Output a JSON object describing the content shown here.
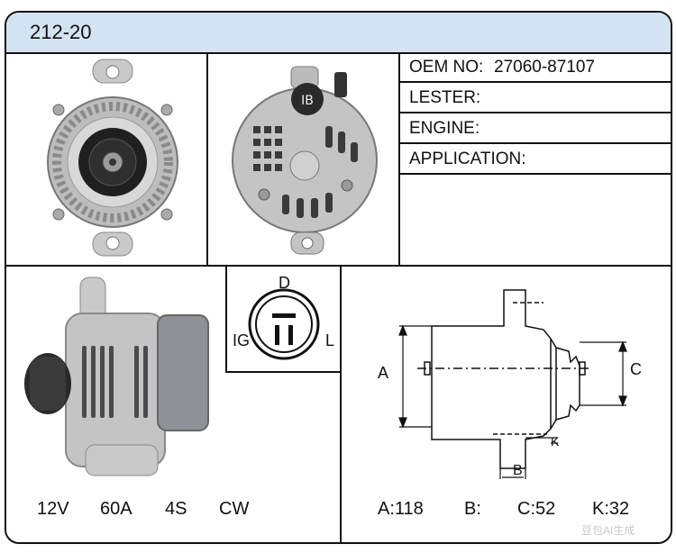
{
  "header": {
    "title": "212-20"
  },
  "info": {
    "oem_label": "OEM NO:",
    "oem_value": "27060-87107",
    "lester_label": "LESTER:",
    "engine_label": "ENGINE:",
    "application_label": "APPLICATION:"
  },
  "plug": {
    "top": "D",
    "left": "IG",
    "right": "L"
  },
  "specs": [
    "12V",
    "60A",
    "4S",
    "CW"
  ],
  "dimensions": {
    "a": "A:118",
    "b": "B:",
    "c": "C:52",
    "k": "K:32",
    "label_a": "A",
    "label_b": "B",
    "label_c": "C",
    "label_k": "K"
  },
  "watermark": "豆包AI生成"
}
